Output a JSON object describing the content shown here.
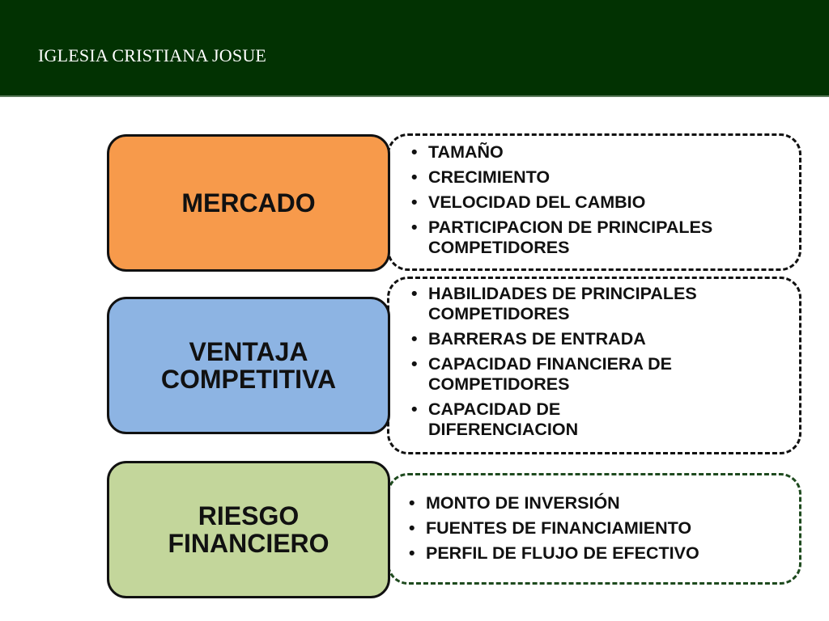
{
  "header": {
    "title": "IGLESIA CRISTIANA JOSUE"
  },
  "colors": {
    "header_bg": "#023202",
    "mercado_fill": "#f79a4b",
    "ventaja_fill": "#8db4e3",
    "riesgo_fill": "#c3d69b",
    "outline": "#111111",
    "riesgo_dashed_outline": "#1e4a1e"
  },
  "rows": [
    {
      "label": "MERCADO",
      "items": [
        "TAMAÑO",
        "CRECIMIENTO",
        "VELOCIDAD DEL CAMBIO",
        "PARTICIPACION DE PRINCIPALES\nCOMPETIDORES"
      ]
    },
    {
      "label": "VENTAJA\nCOMPETITIVA",
      "items": [
        "HABILIDADES DE PRINCIPALES\nCOMPETIDORES",
        "BARRERAS DE ENTRADA",
        "CAPACIDAD FINANCIERA DE\nCOMPETIDORES",
        "CAPACIDAD DE\nDIFERENCIACION"
      ]
    },
    {
      "label": "RIESGO\nFINANCIERO",
      "items": [
        "MONTO DE INVERSIÓN",
        "FUENTES DE FINANCIAMIENTO",
        "PERFIL DE FLUJO DE EFECTIVO"
      ]
    }
  ]
}
